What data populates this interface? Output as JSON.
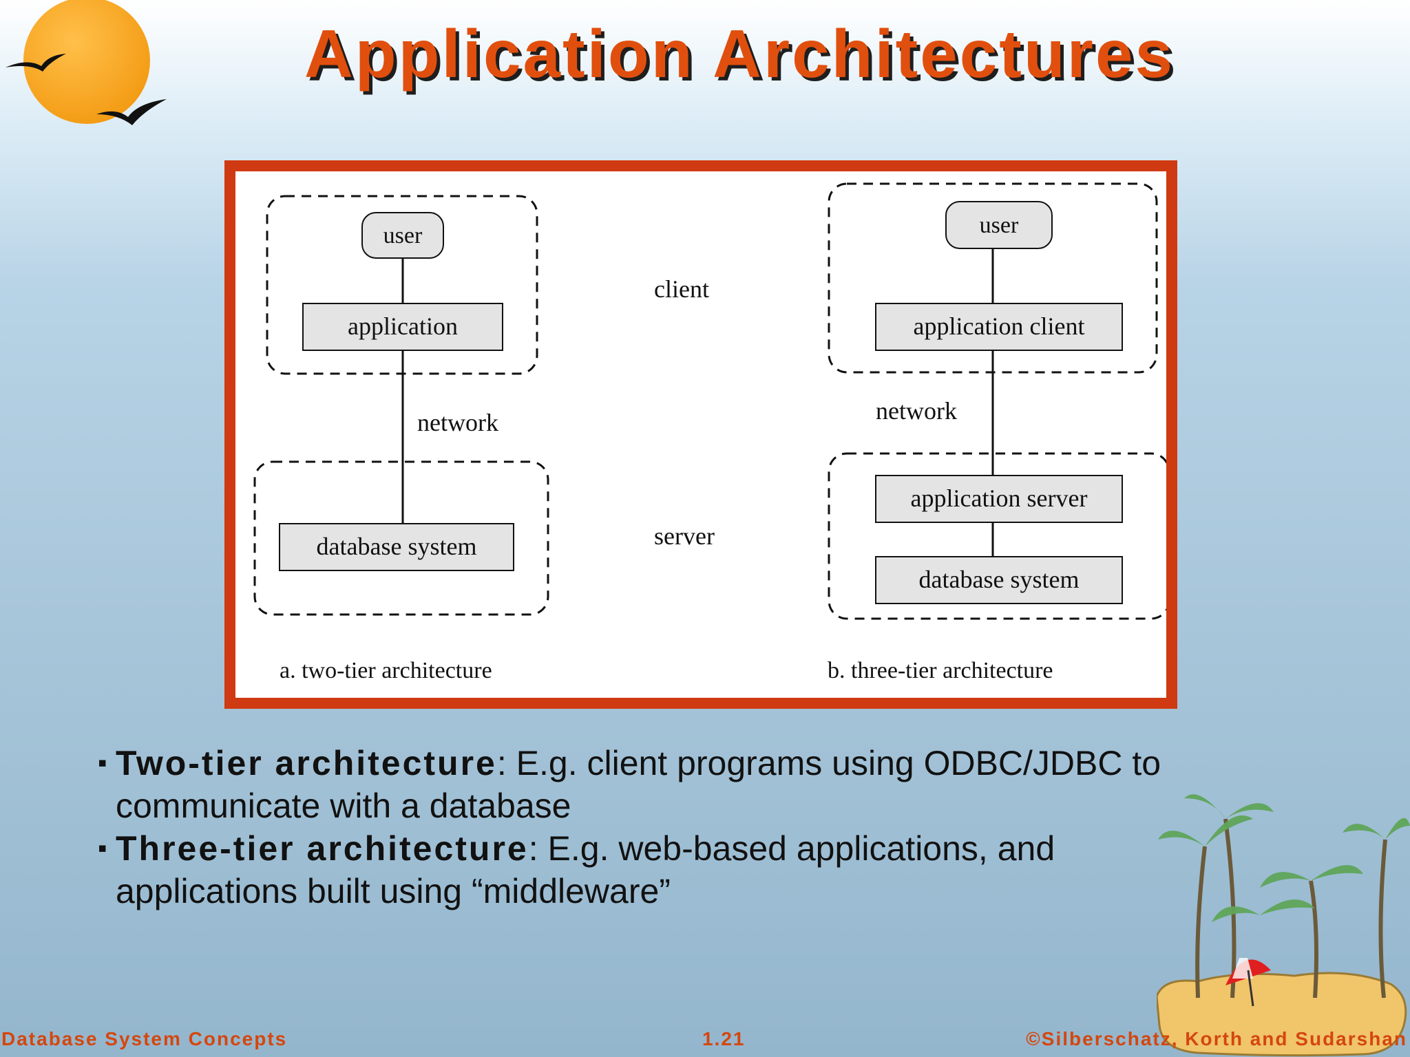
{
  "slide": {
    "title": "Application Architectures"
  },
  "diagram": {
    "left": {
      "user": "user",
      "application": "application",
      "network": "network",
      "database": "database system",
      "caption": "a.  two-tier architecture"
    },
    "middle": {
      "client": "client",
      "server": "server"
    },
    "right": {
      "user": "user",
      "app_client": "application client",
      "network": "network",
      "app_server": "application server",
      "database": "database system",
      "caption": "b.  three-tier architecture"
    }
  },
  "bullets": [
    {
      "bold": "Two-tier architecture",
      "line1": ":  E.g. client programs using ODBC/JDBC to",
      "line2": "communicate with a database"
    },
    {
      "bold": "Three-tier architecture",
      "line1": ": E.g. web-based applications, and",
      "line2": "applications built using “middleware”"
    }
  ],
  "footer": {
    "left": "Database System Concepts",
    "center": "1.21",
    "right": "©Silberschatz, Korth and Sudarshan"
  }
}
